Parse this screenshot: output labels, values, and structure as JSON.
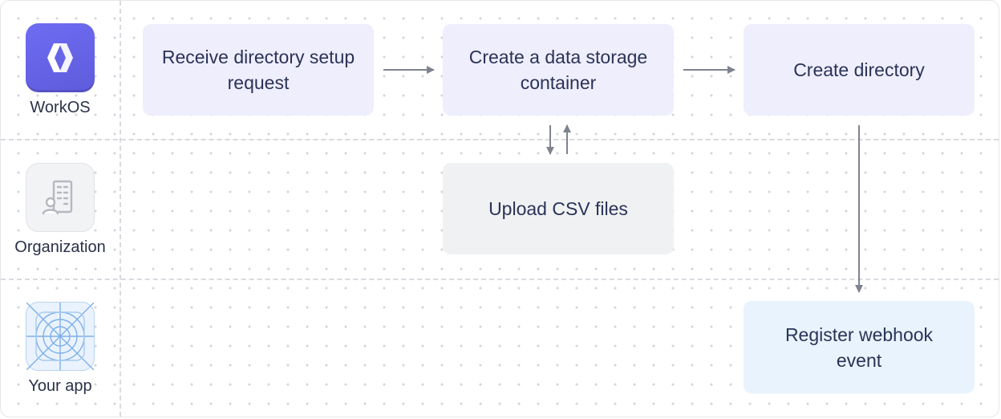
{
  "lanes": [
    {
      "label": "WorkOS",
      "icon": "workos-logo-icon"
    },
    {
      "label": "Organization",
      "icon": "office-building-icon"
    },
    {
      "label": "Your app",
      "icon": "app-blueprint-icon"
    }
  ],
  "nodes": {
    "receive_request": "Receive directory setup request",
    "create_container": "Create a data storage container",
    "create_directory": "Create directory",
    "upload_csv": "Upload CSV files",
    "register_webhook": "Register webhook event"
  },
  "edges": [
    {
      "from": "receive_request",
      "to": "create_container"
    },
    {
      "from": "create_container",
      "to": "create_directory"
    },
    {
      "from": "create_container",
      "to": "upload_csv"
    },
    {
      "from": "upload_csv",
      "to": "create_container"
    },
    {
      "from": "create_directory",
      "to": "register_webhook"
    }
  ],
  "colors": {
    "workos_lane_node": "#efeefd",
    "organization_lane_node": "#f0f1f3",
    "app_lane_node": "#e8f3fd",
    "arrow": "#80838f",
    "brand": "#6462ea"
  }
}
